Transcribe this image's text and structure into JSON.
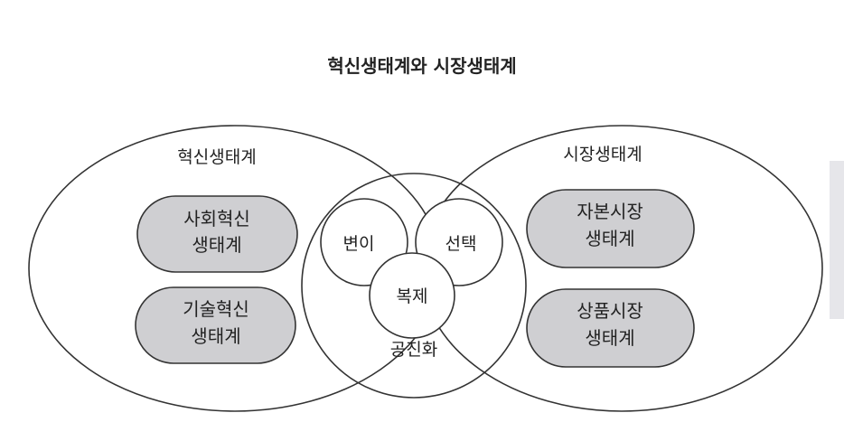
{
  "title": "혁신생태계와 시장생태계",
  "innovation_ecosystem": {
    "label": "혁신생태계",
    "items": [
      {
        "line1": "사회혁신",
        "line2": "생태계"
      },
      {
        "line1": "기술혁신",
        "line2": "생태계"
      }
    ]
  },
  "market_ecosystem": {
    "label": "시장생태계",
    "items": [
      {
        "line1": "자본시장",
        "line2": "생태계"
      },
      {
        "line1": "상품시장",
        "line2": "생태계"
      }
    ]
  },
  "coevolution": {
    "label": "공진화",
    "variation": "변이",
    "selection": "선택",
    "replication": "복제"
  },
  "colors": {
    "pill_fill": "#cfcfd2",
    "line": "#333333",
    "background": "#ffffff"
  }
}
